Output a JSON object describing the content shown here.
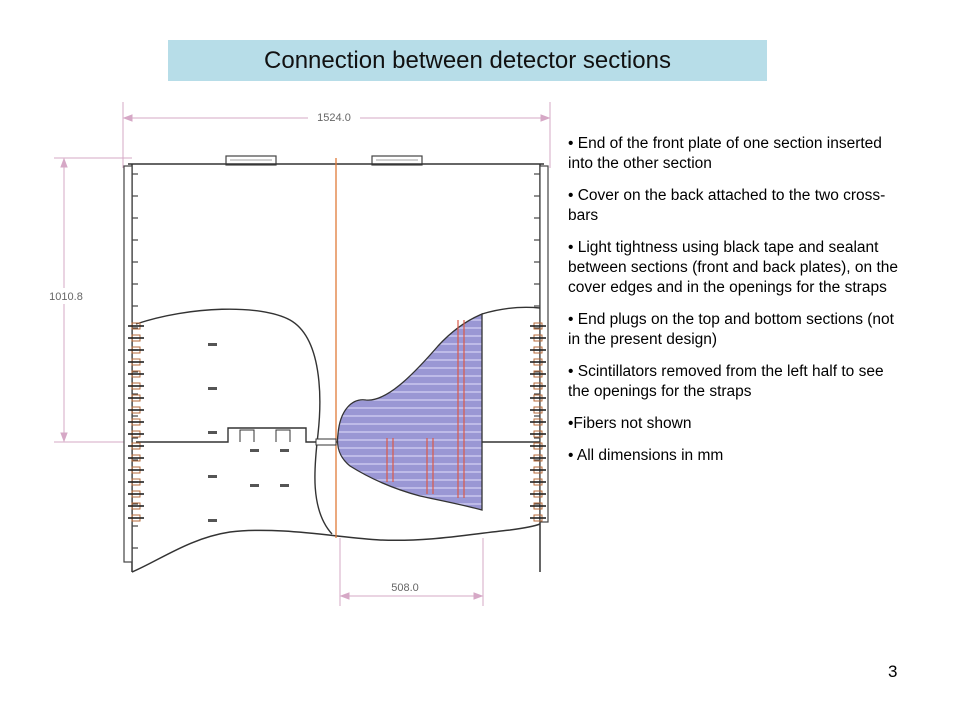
{
  "slide": {
    "title": "Connection between detector sections",
    "page_number": "3"
  },
  "drawing": {
    "dimensions": {
      "top_width": "1524.0",
      "left_height": "1010.8",
      "bottom_width": "508.0"
    },
    "colors": {
      "dimension_line": "#d6a8c6",
      "outline": "#333333",
      "scintillator_fill": "#9a97d4",
      "scintillator_stripe": "#c9c7ee",
      "center_line": "#e07b39",
      "bolt": "#b56a3a"
    }
  },
  "bullets": [
    "• End of the front plate of one section inserted into the other section",
    "• Cover on the back attached to the two cross-bars",
    "• Light tightness using black tape and sealant between sections (front and back plates), on the cover edges and in the openings for the straps",
    "• End plugs on the top and bottom sections (not in the present design)",
    "• Scintillators removed from the left half to see the openings for the straps",
    "•Fibers not shown",
    "• All dimensions in mm"
  ]
}
